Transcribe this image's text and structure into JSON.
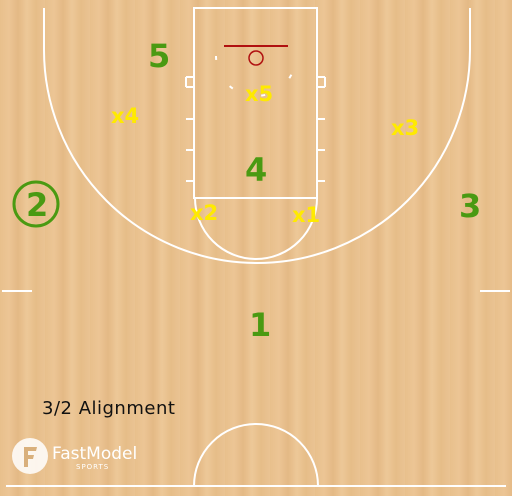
{
  "offense": [
    {
      "label": "1",
      "name": "player-1"
    },
    {
      "label": "2",
      "name": "player-2"
    },
    {
      "label": "3",
      "name": "player-3"
    },
    {
      "label": "4",
      "name": "player-4"
    },
    {
      "label": "5",
      "name": "player-5"
    }
  ],
  "defense": [
    {
      "label": "x1",
      "name": "defender-x1"
    },
    {
      "label": "x2",
      "name": "defender-x2"
    },
    {
      "label": "x3",
      "name": "defender-x3"
    },
    {
      "label": "x4",
      "name": "defender-x4"
    },
    {
      "label": "x5",
      "name": "defender-x5"
    }
  ],
  "caption": "3/2 Alignment",
  "logo": {
    "name": "FastModel",
    "sub": "SPORTS",
    "icon": "fastmodel-f-icon"
  },
  "colors": {
    "offense": "#4a9a12",
    "defense": "#ffea00",
    "lines": "#ffffff",
    "rim": "#b01010"
  }
}
